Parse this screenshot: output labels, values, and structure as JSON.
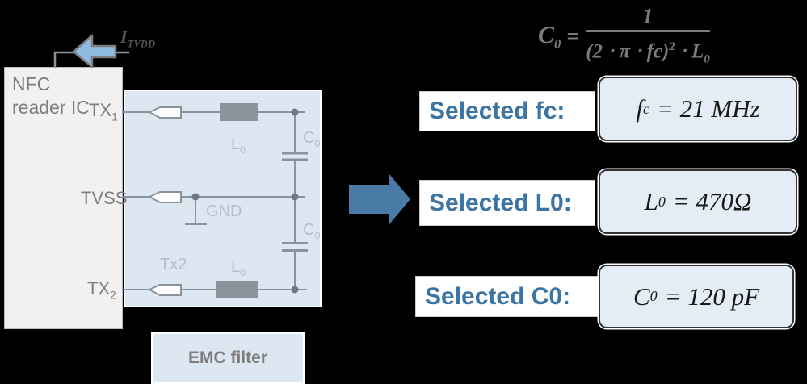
{
  "colors": {
    "bg_black": "#000000",
    "accent_blue": "#3c74a4",
    "arrow_blue": "#4a7ba6",
    "tvdd_arrow_blue": "#8fbae2",
    "panel_blue": "#dce7f2",
    "value_box_blue": "#e4edf6",
    "ic_box_fill": "#f1f1f1",
    "wire_gray": "#8a929c",
    "text_gray": "#7d7d7d",
    "faint_gray": "#b5bdc7",
    "formula_gray": "#7b7b7b"
  },
  "diagram": {
    "nfc_box": {
      "title_line1": "NFC",
      "title_line2": "reader IC",
      "pin_tx1": {
        "base": "TX",
        "sub": "1"
      },
      "pin_tvss": "TVSS",
      "pin_tx2": {
        "base": "TX",
        "sub": "2"
      }
    },
    "tvdd_current": {
      "base": "I",
      "sub": "TVDD"
    },
    "component_labels": {
      "l0_top": {
        "base": "L",
        "sub": "0"
      },
      "c0_top": {
        "base": "C",
        "sub": "0"
      },
      "gnd": "GND",
      "tx2_trace": "Tx2",
      "l0_bottom": {
        "base": "L",
        "sub": "0"
      },
      "c0_bottom": {
        "base": "C",
        "sub": "0"
      }
    },
    "emc_filter_label": "EMC filter"
  },
  "formula": {
    "lhs": {
      "base": "C",
      "sub": "0"
    },
    "equals": "=",
    "numerator": "1",
    "denominator": {
      "open": "(2 ⋅ π ⋅ fc)",
      "sup": "2",
      "mid": " ⋅ L",
      "sub": "0"
    }
  },
  "selections": [
    {
      "label": "Selected fc:",
      "var": "f",
      "var_sub": "c",
      "value": "= 21 MHz"
    },
    {
      "label": "Selected L0:",
      "var": "L",
      "var_sub": "0",
      "value": "= 470Ω"
    },
    {
      "label": "Selected C0:",
      "var": "C",
      "var_sub": "0",
      "value": "= 120 pF"
    }
  ]
}
